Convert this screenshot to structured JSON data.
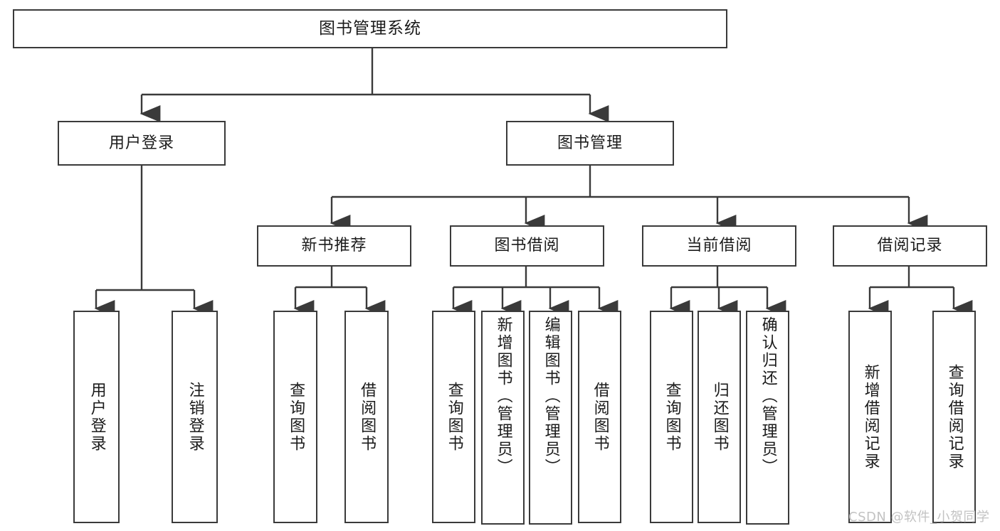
{
  "diagram": {
    "title": "图书管理系统",
    "type": "tree-hierarchy-flowchart",
    "colors": {
      "stroke": "#3a3a3a",
      "fill": "#ffffff",
      "text": "#1b1b1b",
      "watermark": "#c2c2c2",
      "background": "#ffffff"
    },
    "root": {
      "label": "图书管理系统"
    },
    "level2": [
      {
        "id": "user-login",
        "label": "用户登录"
      },
      {
        "id": "book-management",
        "label": "图书管理"
      }
    ],
    "level3": [
      {
        "id": "new-book-recommend",
        "label": "新书推荐"
      },
      {
        "id": "book-borrow",
        "label": "图书借阅"
      },
      {
        "id": "current-borrow",
        "label": "当前借阅"
      },
      {
        "id": "borrow-record",
        "label": "借阅记录"
      }
    ],
    "leaves": {
      "user_login": [
        {
          "id": "leaf-user-login",
          "label": "用户登录"
        },
        {
          "id": "leaf-logout-login",
          "label": "注销登录"
        }
      ],
      "new_book_recommend": [
        {
          "id": "leaf-query-book-1",
          "label": "查询图书"
        },
        {
          "id": "leaf-borrow-book-1",
          "label": "借阅图书"
        }
      ],
      "book_borrow": [
        {
          "id": "leaf-query-book-2",
          "label": "查询图书"
        },
        {
          "id": "leaf-add-book",
          "label": "新增图书（管理员）"
        },
        {
          "id": "leaf-edit-book",
          "label": "编辑图书（管理员）"
        },
        {
          "id": "leaf-borrow-book-2",
          "label": "借阅图书"
        }
      ],
      "current_borrow": [
        {
          "id": "leaf-query-book-3",
          "label": "查询图书"
        },
        {
          "id": "leaf-return-book",
          "label": "归还图书"
        },
        {
          "id": "leaf-confirm-return",
          "label": "确认归还（管理员）"
        }
      ],
      "borrow_record": [
        {
          "id": "leaf-add-record",
          "label": "新增借阅记录"
        },
        {
          "id": "leaf-query-record",
          "label": "查询借阅记录"
        }
      ]
    }
  },
  "watermark": {
    "text": "CSDN @软件_小贺同学"
  }
}
